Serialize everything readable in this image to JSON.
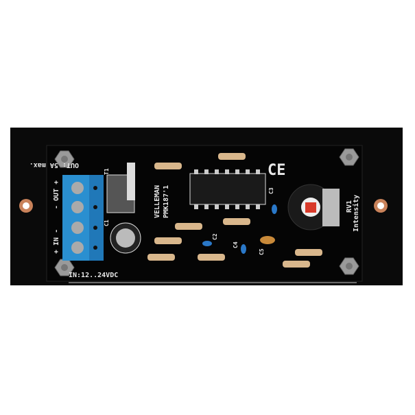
{
  "board": {
    "output_label": "OUT: 5A max.",
    "input_label": "IN:12..24VDC",
    "brand": "VELLEMAN",
    "model": "PMK187'1",
    "pot_ref": "RV1",
    "pot_function": "Intensity",
    "terminal_out": "- OUT +",
    "terminal_in": "+ IN -",
    "refs": {
      "t1": "T1",
      "c1": "C1",
      "c2": "C2",
      "c3": "C3",
      "c4": "C4",
      "c5": "C5"
    },
    "ce_mark": "CE"
  },
  "colors": {
    "background": "#ffffff",
    "panel": "#0a0a0a",
    "terminal_block": "#2a8fd0",
    "resistor_body": "#d9b78c",
    "capacitor_blue": "#2a78c8",
    "capacitor_orange": "#c98a3a",
    "pot_knob": "#d83a2a",
    "copper_hole": "#c9825a"
  }
}
